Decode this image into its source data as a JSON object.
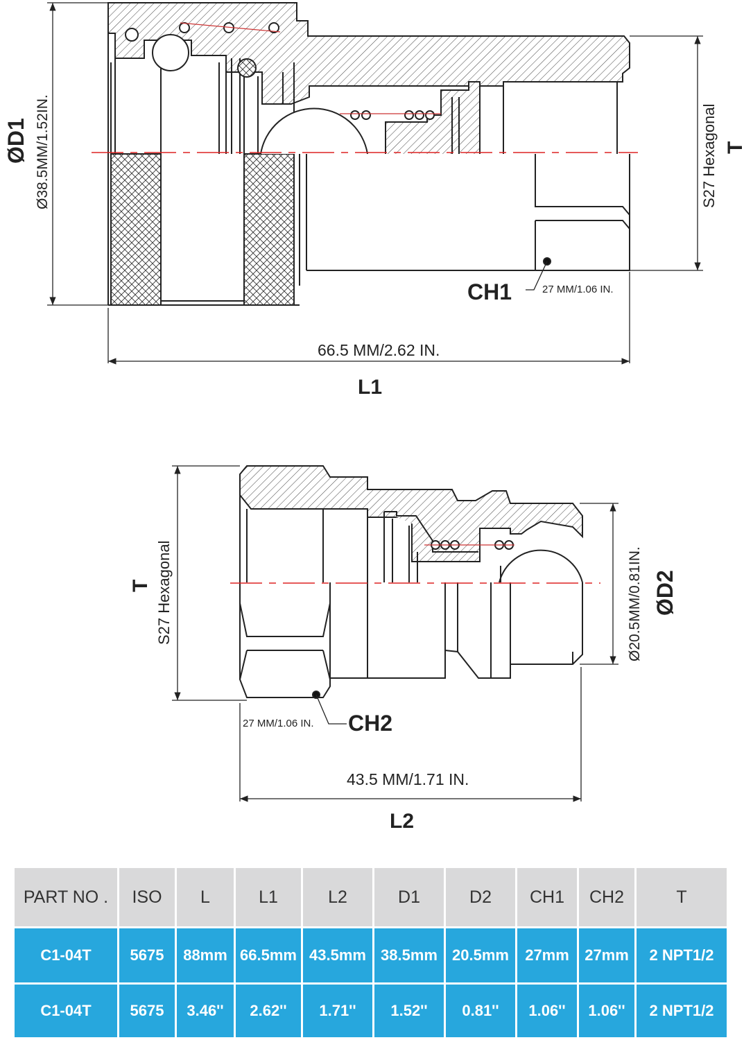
{
  "drawing_top": {
    "diameter_label": "ØD1",
    "diameter_value": "Ø38.5MM/1.52IN.",
    "length_value": "66.5 MM/2.62 IN.",
    "length_label": "L1",
    "hex_value": "S27 Hexagonal",
    "hex_label": "T",
    "ch_label": "CH1",
    "ch_value": "27 MM/1.06 IN."
  },
  "drawing_bottom": {
    "hex_label": "T",
    "hex_value": "S27 Hexagonal",
    "diameter_value": "Ø20.5MM/0.81IN.",
    "diameter_label": "ØD2",
    "ch_value": "27 MM/1.06 IN.",
    "ch_label": "CH2",
    "length_value": "43.5 MM/1.71 IN.",
    "length_label": "L2"
  },
  "table": {
    "headers": [
      "PART NO .",
      "ISO",
      "L",
      "L1",
      "L2",
      "D1",
      "D2",
      "CH1",
      "CH2",
      "T"
    ],
    "rows": [
      [
        "C1-04T",
        "5675",
        "88mm",
        "66.5mm",
        "43.5mm",
        "38.5mm",
        "20.5mm",
        "27mm",
        "27mm",
        "2 NPT1/2"
      ],
      [
        "C1-04T",
        "5675",
        "3.46''",
        "2.62''",
        "1.71''",
        "1.52''",
        "0.81''",
        "1.06''",
        "1.06''",
        "2 NPT1/2"
      ]
    ],
    "header_color": "#d9d9da",
    "row_color": "#27a7dd"
  }
}
